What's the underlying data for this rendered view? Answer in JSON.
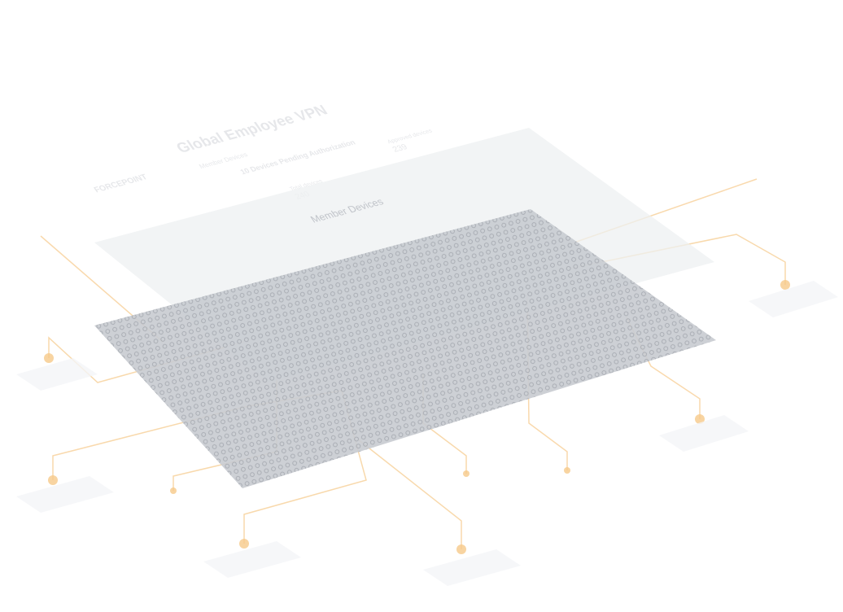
{
  "ui_layer": {
    "brand": "FORCEPOINT",
    "title": "Global Employee VPN",
    "tab": "Member Devices",
    "alert_title": "10 Devices Pending Authorization",
    "total_devices_label": "Total devices",
    "total_devices": "240",
    "approved_devices_label": "Approved devices",
    "approved_devices": "239",
    "section_title": "Member Devices"
  },
  "colors": {
    "circuit": "#f6c98a",
    "panel": "#f1f2f4",
    "grid_panel": "#c7cacf",
    "grid_dot": "#a9adb4"
  }
}
